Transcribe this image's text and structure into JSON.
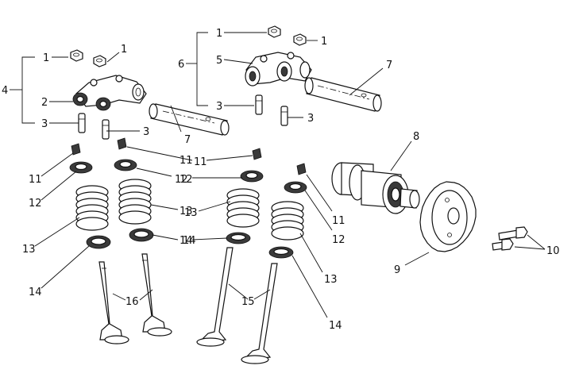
{
  "callouts": {
    "l1a": "1",
    "l1b": "1",
    "l1c": "1",
    "l1d": "1",
    "l2": "2",
    "l3a": "3",
    "l3b": "3",
    "l3c": "3",
    "l3d": "3",
    "l4": "4",
    "l5": "5",
    "l6": "6",
    "l7a": "7",
    "l7b": "7",
    "l8": "8",
    "l9": "9",
    "l10": "10",
    "l11a": "11",
    "l11b": "11",
    "l11c": "11",
    "l11d": "11",
    "l12a": "12",
    "l12b": "12",
    "l12c": "12",
    "l12d": "12",
    "l13a": "13",
    "l13b": "13",
    "l13c": "13",
    "l13d": "13",
    "l14a": "14",
    "l14b": "14",
    "l14c": "14",
    "l14d": "14",
    "l15": "15",
    "l16": "16"
  }
}
